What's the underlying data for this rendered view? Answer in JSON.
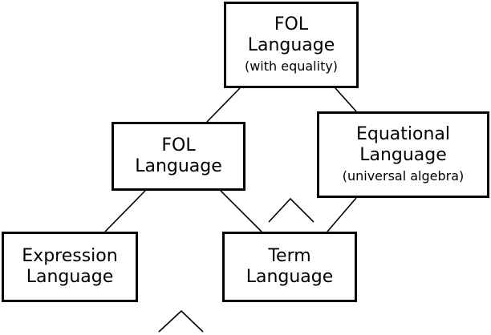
{
  "nodes": {
    "fol_equality": {
      "title_line1": "FOL",
      "title_line2": "Language",
      "subtitle": "(with equality)"
    },
    "fol": {
      "title_line1": "FOL",
      "title_line2": "Language"
    },
    "equational": {
      "title_line1": "Equational",
      "title_line2": "Language",
      "subtitle": "(universal algebra)"
    },
    "expression": {
      "title_line1": "Expression",
      "title_line2": "Language"
    },
    "term": {
      "title_line1": "Term",
      "title_line2": "Language"
    }
  },
  "edges": [
    {
      "from": "fol_equality",
      "to": "fol"
    },
    {
      "from": "fol_equality",
      "to": "equational"
    },
    {
      "from": "fol",
      "to": "expression"
    },
    {
      "from": "fol",
      "to": "term"
    },
    {
      "from": "equational",
      "to": "term"
    }
  ]
}
